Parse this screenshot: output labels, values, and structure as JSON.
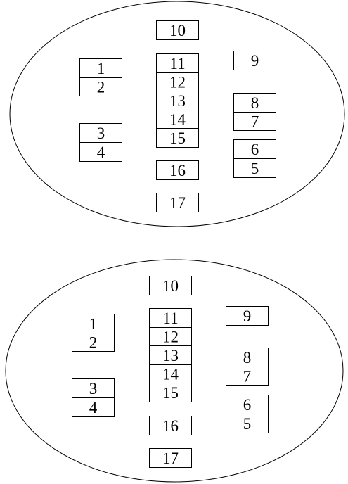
{
  "colors": {
    "outline": "#000000",
    "plain_box": "#ffffff",
    "shaded_box": "#f2f2f2",
    "highlight_box": "#c8c8c8"
  },
  "panels": [
    {
      "name": "top-panel",
      "boxes": [
        {
          "label": "10",
          "fill": "shaded"
        },
        {
          "label": "11",
          "fill": "shaded"
        },
        {
          "label": "12",
          "fill": "shaded"
        },
        {
          "label": "13",
          "fill": "shaded"
        },
        {
          "label": "14",
          "fill": "shaded"
        },
        {
          "label": "15",
          "fill": "shaded"
        },
        {
          "label": "16",
          "fill": "shaded"
        },
        {
          "label": "17",
          "fill": "shaded"
        },
        {
          "label": "1",
          "fill": "plain"
        },
        {
          "label": "2",
          "fill": "plain"
        },
        {
          "label": "3",
          "fill": "plain"
        },
        {
          "label": "4",
          "fill": "plain"
        },
        {
          "label": "9",
          "fill": "plain"
        },
        {
          "label": "8",
          "fill": "plain"
        },
        {
          "label": "7",
          "fill": "plain"
        },
        {
          "label": "6",
          "fill": "plain"
        },
        {
          "label": "5",
          "fill": "highlight"
        }
      ]
    },
    {
      "name": "bottom-panel",
      "boxes": [
        {
          "label": "10",
          "fill": "shaded"
        },
        {
          "label": "11",
          "fill": "shaded"
        },
        {
          "label": "12",
          "fill": "shaded"
        },
        {
          "label": "13",
          "fill": "shaded"
        },
        {
          "label": "14",
          "fill": "shaded"
        },
        {
          "label": "15",
          "fill": "shaded"
        },
        {
          "label": "16",
          "fill": "shaded"
        },
        {
          "label": "17",
          "fill": "shaded"
        },
        {
          "label": "1",
          "fill": "plain"
        },
        {
          "label": "2",
          "fill": "plain"
        },
        {
          "label": "3",
          "fill": "plain"
        },
        {
          "label": "4",
          "fill": "plain"
        },
        {
          "label": "9",
          "fill": "plain"
        },
        {
          "label": "8",
          "fill": "plain"
        },
        {
          "label": "7",
          "fill": "highlight"
        },
        {
          "label": "6",
          "fill": "plain"
        },
        {
          "label": "5",
          "fill": "plain"
        }
      ]
    }
  ]
}
